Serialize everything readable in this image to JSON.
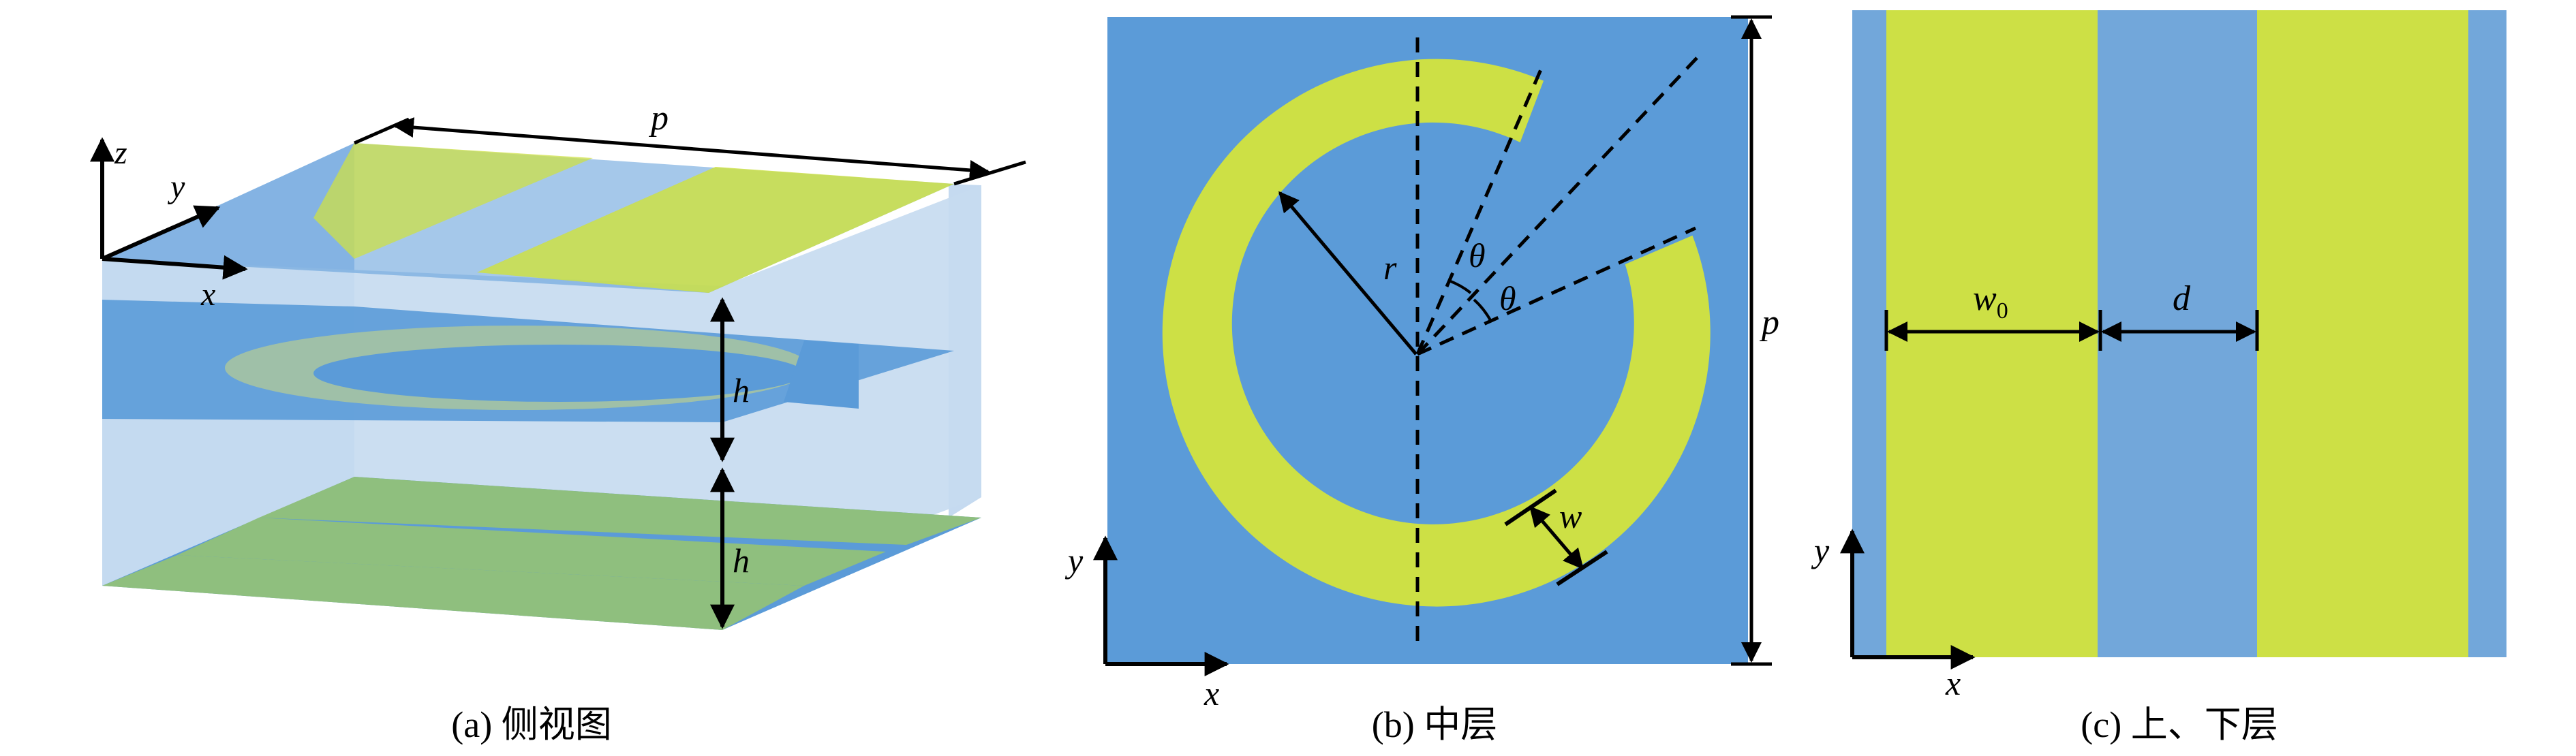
{
  "colors": {
    "blue": "#5b9bd8",
    "light_blue": "#c5daf0",
    "pale_blue": "#a8c9ec",
    "yellow": "#cde045",
    "green": "#8fbf7e",
    "black": "#000000"
  },
  "panel_a": {
    "caption": "(a) 侧视图",
    "axis_z": "z",
    "axis_y": "y",
    "axis_x": "x",
    "label_p": "p",
    "label_h_upper": "h",
    "label_h_lower": "h"
  },
  "panel_b": {
    "caption": "(b) 中层",
    "label_r": "r",
    "label_theta_1": "θ",
    "label_theta_2": "θ",
    "label_w": "w",
    "label_p": "p",
    "axis_y": "y",
    "axis_x": "x"
  },
  "panel_c": {
    "caption": "(c) 上、下层",
    "label_w0_base": "w",
    "label_w0_sub": "0",
    "label_d": "d",
    "axis_y": "y",
    "axis_x": "x"
  }
}
